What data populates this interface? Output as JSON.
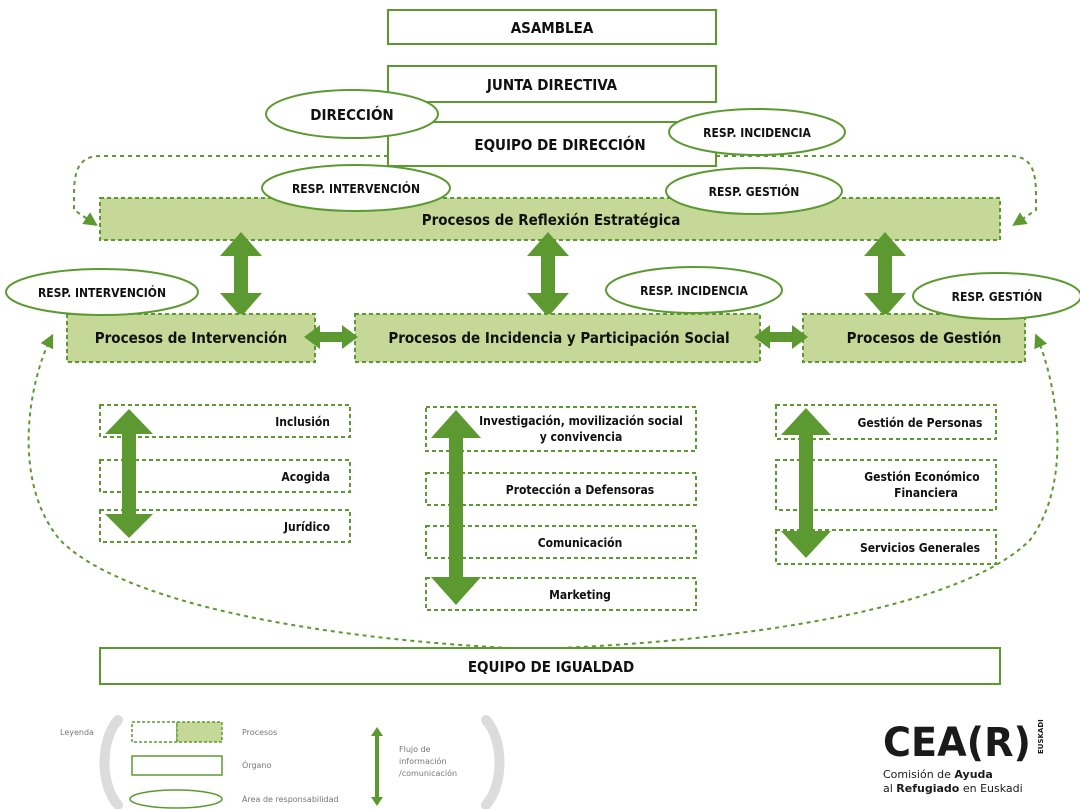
{
  "organs": {
    "asamblea": "ASAMBLEA",
    "junta": "JUNTA DIRECTIVA",
    "equipo_direccion": "EQUIPO DE DIRECCIÓN",
    "equipo_igualdad": "EQUIPO DE IGUALDAD"
  },
  "responsibility_areas": {
    "direccion": "DIRECCIÓN",
    "top_incidencia": "RESP. INCIDENCIA",
    "top_intervencion": "RESP. INTERVENCIÓN",
    "top_gestion": "RESP. GESTIÓN",
    "mid_intervencion": "RESP. INTERVENCIÓN",
    "mid_incidencia": "RESP. INCIDENCIA",
    "mid_gestion": "RESP. GESTIÓN"
  },
  "processes": {
    "reflexion": "Procesos de Reflexión Estratégica",
    "intervencion": "Procesos de Intervención",
    "incidencia": "Procesos de Incidencia y Participación Social",
    "gestion": "Procesos de Gestión"
  },
  "subprocesses": {
    "intervencion": [
      "Inclusión",
      "Acogida",
      "Jurídico"
    ],
    "incidencia": [
      [
        "Investigación, movilización social",
        "y convivencia"
      ],
      [
        "Protección a Defensoras"
      ],
      [
        "Comunicación"
      ],
      [
        "Marketing"
      ]
    ],
    "gestion": [
      [
        "Gestión de Personas"
      ],
      [
        "Gestión Económico",
        "Financiera"
      ],
      [
        "Servicios Generales"
      ]
    ]
  },
  "legend": {
    "title": "Leyenda",
    "procesos": "Procesos",
    "organo": "Órgano",
    "area": "Área de responsabilidad",
    "flujo": [
      "Flujo de",
      "información",
      "/comunicación"
    ]
  },
  "logo": {
    "mark": "CEA(R)",
    "vertical": "EUSKADI",
    "line1_a": "Comisión de ",
    "line1_b": "Ayuda",
    "line2_a": "al ",
    "line2_b": "Refugiado",
    "line2_c": " en Euskadi"
  },
  "colors": {
    "green": "#5c9a31",
    "light_green": "#c6d898",
    "text": "#111111"
  }
}
